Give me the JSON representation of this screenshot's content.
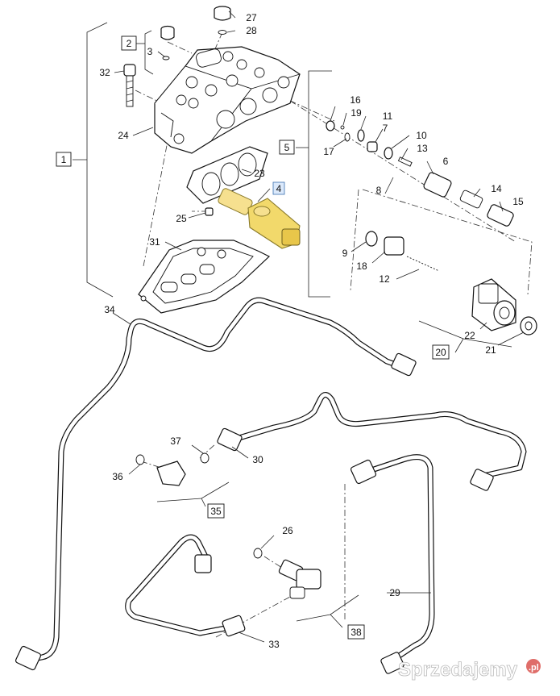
{
  "callouts": {
    "c1": "1",
    "c2": "2",
    "c3": "3",
    "c4": "4",
    "c5": "5",
    "c6": "6",
    "c7": "7",
    "c8": "8",
    "c9": "9",
    "c10": "10",
    "c11": "11",
    "c12": "12",
    "c13": "13",
    "c14": "14",
    "c15": "15",
    "c16": "16",
    "c17": "17",
    "c18": "18",
    "c19": "19",
    "c20": "20",
    "c21": "21",
    "c22": "22",
    "c23": "23",
    "c24": "24",
    "c25": "25",
    "c26": "26",
    "c27": "27",
    "c28": "28",
    "c29": "29",
    "c30": "30",
    "c31": "31",
    "c32": "32",
    "c33": "33",
    "c34": "34",
    "c35": "35",
    "c36": "36",
    "c37": "37",
    "c38": "38"
  },
  "highlight": {
    "part": "4",
    "color": "#f2d96b"
  },
  "watermark": {
    "text": "Sprzedajemy",
    "suffix": ".pl",
    "badge_color": "#d9534f"
  }
}
